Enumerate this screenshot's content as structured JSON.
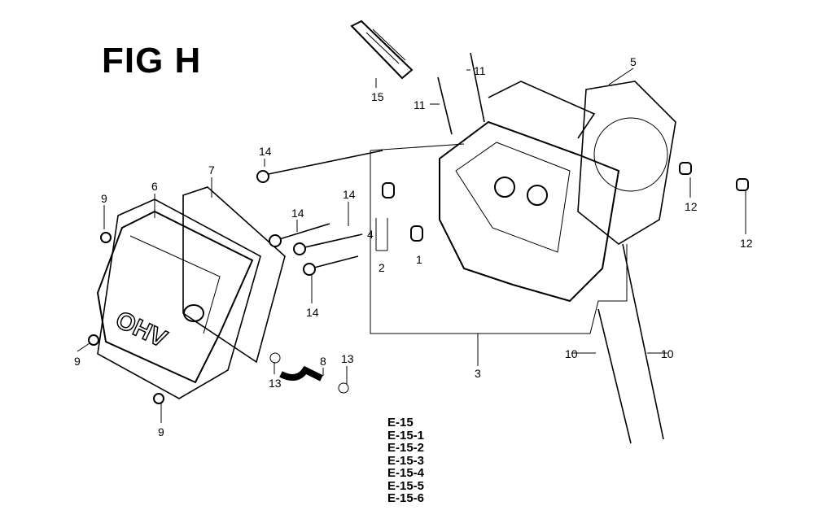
{
  "figure_title": "FIG H",
  "callouts": [
    "15",
    "11",
    "11",
    "5",
    "14",
    "14",
    "14",
    "14",
    "9",
    "6",
    "7",
    "4",
    "2",
    "1",
    "12",
    "12",
    "3",
    "10",
    "10",
    "9",
    "9",
    "13",
    "8",
    "13"
  ],
  "reference_codes": [
    "E-15",
    "E-15-1",
    "E-15-2",
    "E-15-3",
    "E-15-4",
    "E-15-5",
    "E-15-6"
  ],
  "cover_lettering": "OHV"
}
